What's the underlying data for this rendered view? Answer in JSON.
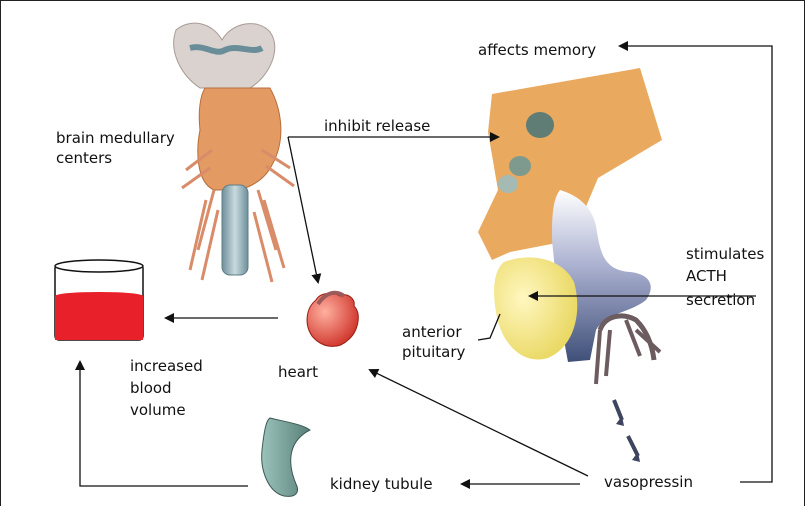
{
  "labels": {
    "affects_memory": "affects memory",
    "brain_medullary_centers_l1": "brain medullary",
    "brain_medullary_centers_l2": "centers",
    "inhibit_release": "inhibit release",
    "stimulates_acth_l1": "stimulates",
    "stimulates_acth_l2": "ACTH",
    "stimulates_acth_l3": "secretion",
    "anterior_pituitary_l1": "anterior",
    "anterior_pituitary_l2": "pituitary",
    "increased_blood_volume_l1": "increased",
    "increased_blood_volume_l2": "blood",
    "increased_blood_volume_l3": "volume",
    "heart": "heart",
    "kidney_tubule": "kidney tubule",
    "vasopressin": "vasopressin"
  },
  "colors": {
    "brain": "#e39a63",
    "brainstem": "#9fb6bd",
    "hypothalamus": "#e9a95f",
    "posterior_pituitary": "#5c6f9e",
    "anterior_pituitary": "#efe07a",
    "heart": "#e0483a",
    "blood": "#e8202a",
    "kidney": "#6f9c94",
    "arrows": "#111111"
  }
}
